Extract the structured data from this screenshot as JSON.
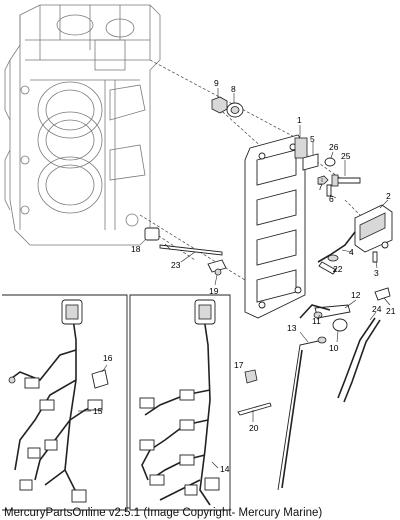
{
  "callouts": {
    "c1": "1",
    "c2": "2",
    "c3": "3",
    "c4": "4",
    "c5": "5",
    "c6": "6",
    "c7": "7",
    "c8": "8",
    "c9": "9",
    "c10": "10",
    "c11": "11",
    "c12": "12",
    "c13": "13",
    "c14": "14",
    "c15": "15",
    "c16": "16",
    "c17": "17",
    "c18": "18",
    "c19": "19",
    "c20": "20",
    "c21": "21",
    "c22": "22",
    "c23": "23",
    "c24": "24",
    "c25": "25",
    "c26": "26"
  },
  "footer": {
    "caption": "MercuryPartsOnline v2.5.1 (Image Copyright- Mercury Marine)"
  }
}
